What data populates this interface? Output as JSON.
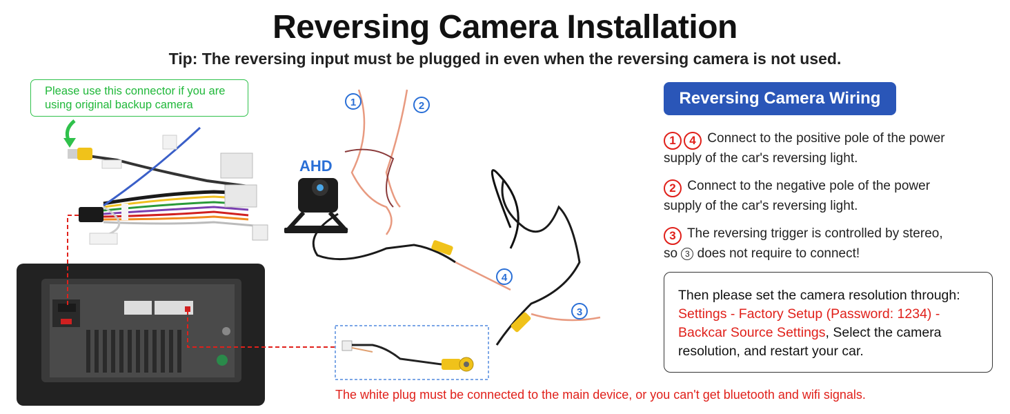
{
  "header": {
    "title": "Reversing Camera Installation",
    "tip": "Tip: The reversing input must be plugged in even when the reversing camera is not used."
  },
  "left": {
    "connector_note_line1": "Please use this connector if you are",
    "connector_note_line2": "using original backup camera"
  },
  "camera": {
    "label": "AHD",
    "wire_numbers": [
      "1",
      "2",
      "3",
      "4"
    ]
  },
  "panel": {
    "title": "Reversing Camera Wiring",
    "steps": [
      {
        "nums": [
          "1",
          "4"
        ],
        "line1": "Connect to the positive pole of the power",
        "line2": "supply of the car's reversing light."
      },
      {
        "nums": [
          "2"
        ],
        "line1": "Connect to the negative pole of the power",
        "line2": "supply of the car's reversing light."
      },
      {
        "nums": [
          "3"
        ],
        "line1": "The reversing trigger is controlled by stereo,",
        "line2_pre": "so",
        "line2_num": "3",
        "line2_post": "does not require to connect!"
      }
    ],
    "resolution": {
      "intro": "Then please set the camera resolution through:",
      "path_line1": "Settings - Factory Setup (Password: 1234) -",
      "path_line2": "Backcar Source Settings",
      "after_path": ", Select the camera",
      "end": "resolution, and restart your car."
    }
  },
  "bottom_note": "The white plug must be connected to the main device, or you can't get bluetooth and wifi signals.",
  "colors": {
    "accent_blue": "#2a56b8",
    "warning_red": "#e0201a",
    "note_green": "#20b83a"
  }
}
